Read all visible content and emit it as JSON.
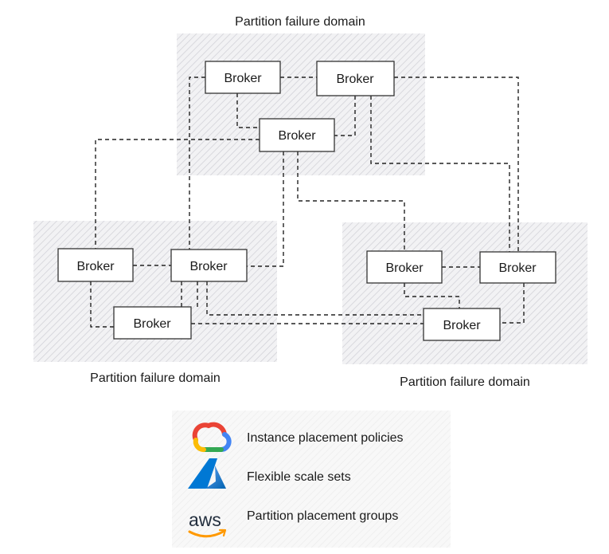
{
  "domains": [
    {
      "label": "Partition failure domain"
    },
    {
      "label": "Partition failure domain"
    },
    {
      "label": "Partition failure domain"
    }
  ],
  "brokers": [
    {
      "label": "Broker"
    },
    {
      "label": "Broker"
    },
    {
      "label": "Broker"
    },
    {
      "label": "Broker"
    },
    {
      "label": "Broker"
    },
    {
      "label": "Broker"
    },
    {
      "label": "Broker"
    },
    {
      "label": "Broker"
    },
    {
      "label": "Broker"
    }
  ],
  "legend": {
    "items": [
      {
        "icon": "google-cloud-icon",
        "label": "Instance placement policies"
      },
      {
        "icon": "azure-icon",
        "label": "Flexible scale sets"
      },
      {
        "icon": "aws-icon",
        "icon_text": "aws",
        "label": "Partition placement groups"
      }
    ]
  },
  "colors": {
    "gcp_blue": "#4285F4",
    "gcp_red": "#EA4335",
    "gcp_yellow": "#FBBC05",
    "gcp_green": "#34A853",
    "azure_blue": "#0078D4",
    "aws_orange": "#FF9900",
    "aws_text": "#232F3E"
  }
}
